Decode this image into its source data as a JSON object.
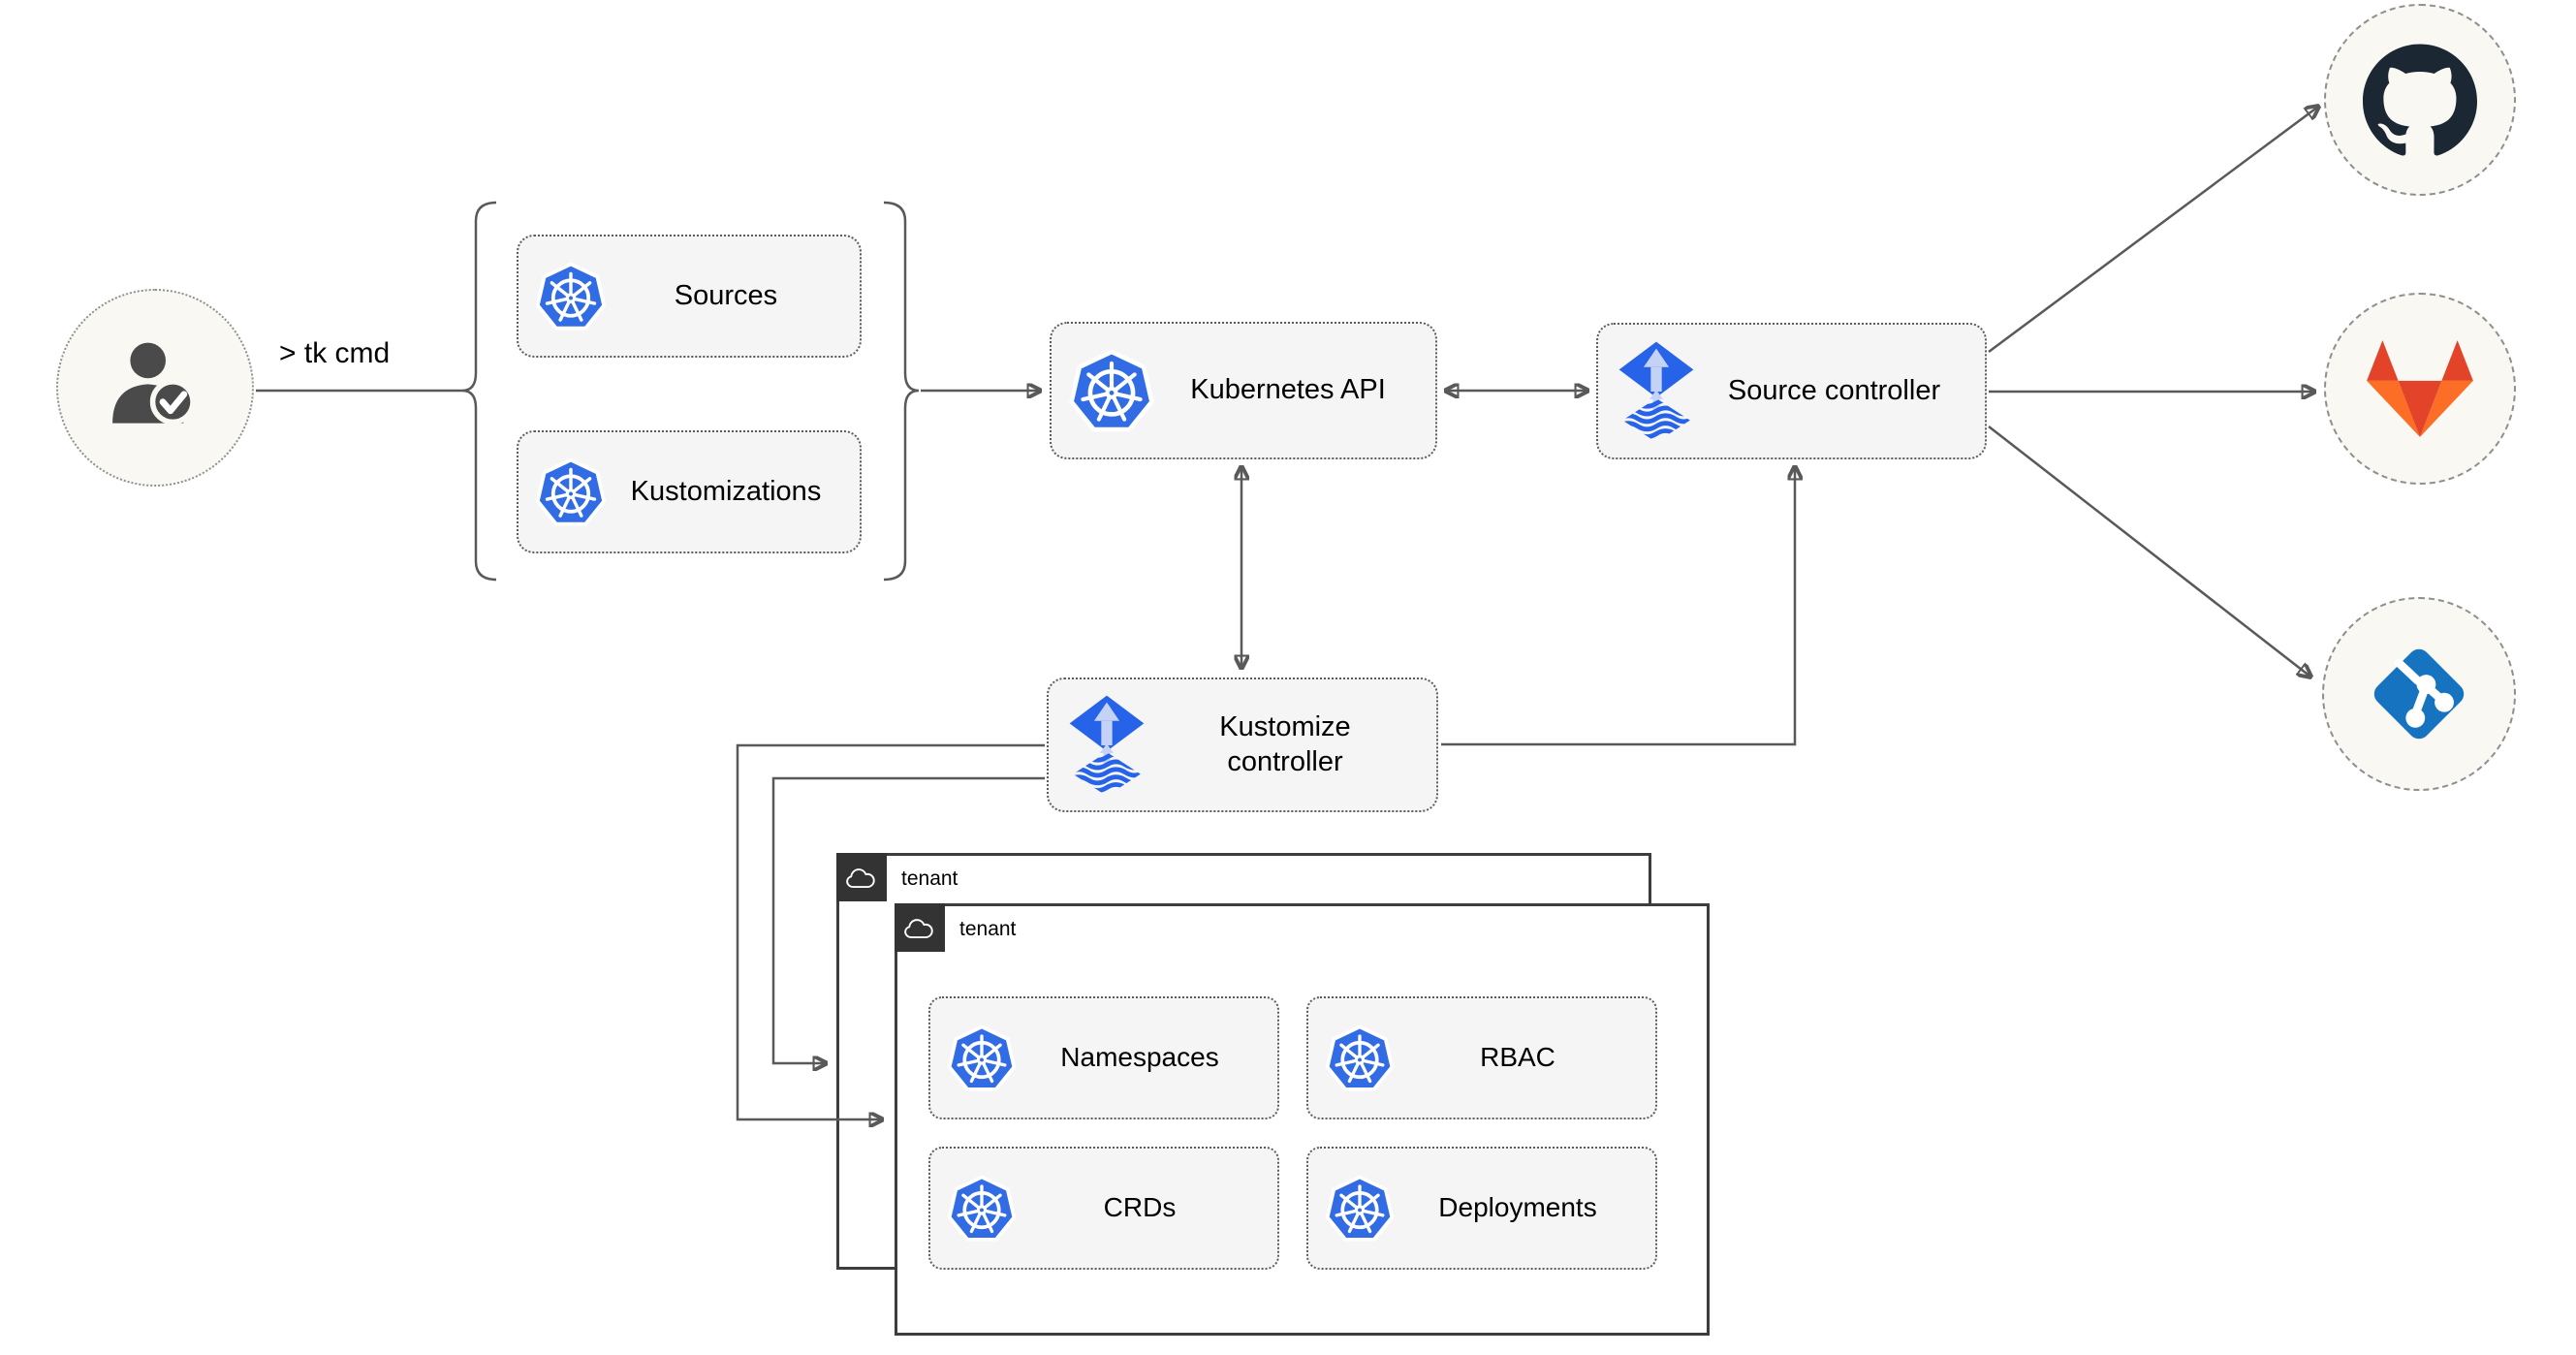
{
  "cli": {
    "label": "> tk cmd",
    "icon": "user-check-icon"
  },
  "manifest_group": {
    "items": [
      {
        "label": "Sources",
        "icon": "kubernetes-icon"
      },
      {
        "label": "Kustomizations",
        "icon": "kubernetes-icon"
      }
    ]
  },
  "cluster": {
    "kubernetes_api": {
      "label": "Kubernetes API",
      "icon": "kubernetes-icon"
    },
    "source_controller": {
      "label": "Source controller",
      "icon": "flux-icon"
    },
    "kustomize_controller": {
      "label": "Kustomize controller",
      "icon": "flux-icon"
    }
  },
  "tenants": [
    {
      "label": "tenant",
      "icon": "cloud-icon"
    },
    {
      "label": "tenant",
      "icon": "cloud-icon",
      "resources": [
        {
          "label": "Namespaces",
          "icon": "kubernetes-icon"
        },
        {
          "label": "RBAC",
          "icon": "kubernetes-icon"
        },
        {
          "label": "CRDs",
          "icon": "kubernetes-icon"
        },
        {
          "label": "Deployments",
          "icon": "kubernetes-icon"
        }
      ]
    }
  ],
  "repositories": [
    {
      "name": "github",
      "icon": "github-icon"
    },
    {
      "name": "gitlab",
      "icon": "gitlab-icon"
    },
    {
      "name": "git",
      "icon": "git-icon"
    }
  ],
  "colors": {
    "k8s-blue": "#326ce5",
    "flux-blue": "#2663e9",
    "flux-arrow": "#c3d2f5",
    "line": "#595959",
    "box-fill": "#f5f5f5",
    "box-border": "#5c5c5c",
    "circle-fill": "#faf8f3",
    "circle-border": "#8f8f8f",
    "tenant-border": "#3d3d3d",
    "tenant-tab": "#333333",
    "github-dark": "#1b2733",
    "gitlab-red": "#e24329",
    "gitlab-orange": "#fc6d26",
    "git-blue": "#1673bf",
    "person": "#4a4a4a",
    "text": "#000000"
  }
}
